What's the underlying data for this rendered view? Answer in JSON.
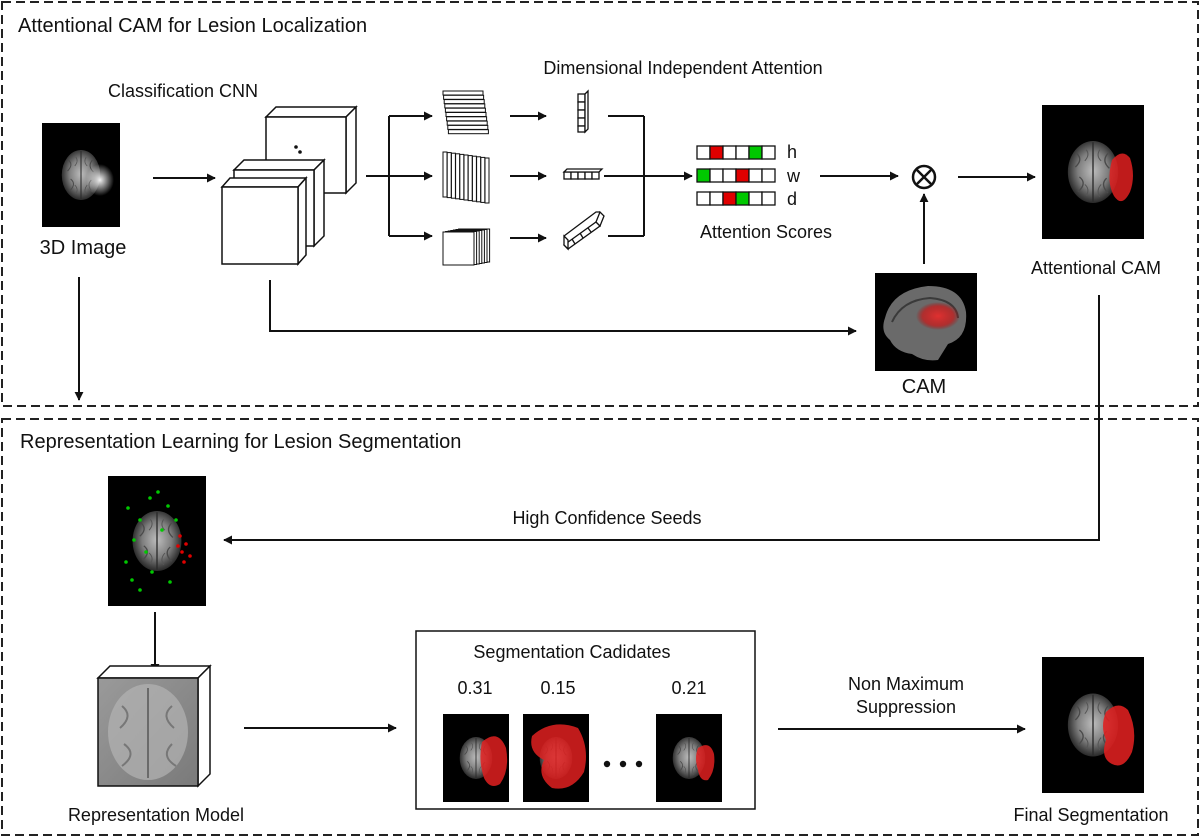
{
  "panels": {
    "top_title": "Attentional CAM for Lesion Localization",
    "bottom_title": "Representation Learning for Lesion Segmentation"
  },
  "labels": {
    "image_3d": "3D Image",
    "classification_cnn": "Classification CNN",
    "dim_attention": "Dimensional Independent Attention",
    "attention_scores": "Attention Scores",
    "axis_h": "h",
    "axis_w": "w",
    "axis_d": "d",
    "cam": "CAM",
    "attentional_cam": "Attentional CAM",
    "high_conf_seeds": "High Confidence Seeds",
    "representation_model": "Representation Model",
    "seg_candidates": "Segmentation Cadidates",
    "nms_line1": "Non Maximum",
    "nms_line2": "Suppression",
    "final_seg": "Final Segmentation"
  },
  "candidates": {
    "score_1": "0.31",
    "score_2": "0.15",
    "score_3": "0.21"
  },
  "attention_rows": {
    "h": [
      "white",
      "red",
      "white",
      "white",
      "green",
      "white"
    ],
    "w": [
      "green",
      "white",
      "white",
      "red",
      "white",
      "white"
    ],
    "d": [
      "white",
      "white",
      "red",
      "green",
      "white",
      "white"
    ]
  },
  "colors": {
    "red": "#e00000",
    "green": "#00c800",
    "lesion": "#e02020"
  },
  "icons": {
    "multiply": "circled-times-icon"
  }
}
